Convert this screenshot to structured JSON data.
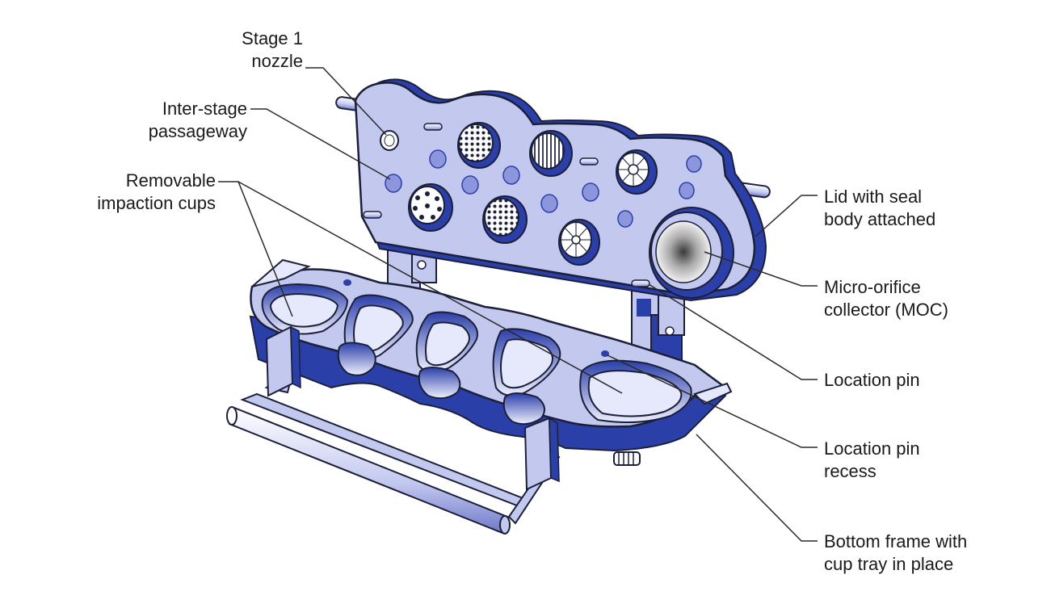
{
  "labels": {
    "stage1_nozzle": [
      "Stage 1",
      "nozzle"
    ],
    "inter_stage_passageway": [
      "Inter-stage",
      "passageway"
    ],
    "removable_impaction_cups": [
      "Removable",
      "impaction cups"
    ],
    "lid_with_seal": [
      "Lid with seal",
      "body attached"
    ],
    "micro_orifice_collector": [
      "Micro-orifice",
      "collector (MOC)"
    ],
    "location_pin": [
      "Location pin"
    ],
    "location_pin_recess": [
      "Location pin",
      "recess"
    ],
    "bottom_frame": [
      "Bottom frame with",
      "cup tray in place"
    ]
  },
  "colors": {
    "body_fill": "#c3c8ef",
    "body_light": "#e6e8fb",
    "body_dark": "#2b3fa8",
    "outline": "#1b1f3a",
    "leader": "#2a2a2a"
  }
}
